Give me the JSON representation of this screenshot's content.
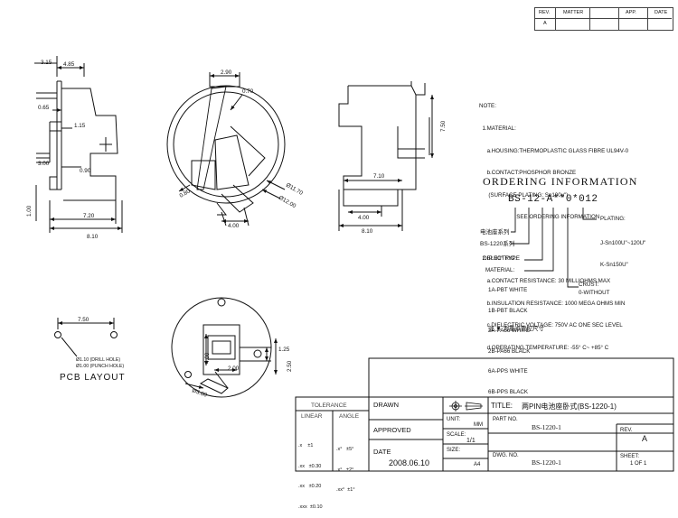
{
  "revision_table": {
    "headers": [
      "REV.",
      "MATTER",
      "APP.",
      "DATE"
    ],
    "row": [
      "A",
      "",
      "",
      ""
    ]
  },
  "dims": {
    "left_view": [
      "3.15",
      "4.85",
      "0.65",
      "1.15",
      "3.00",
      "0.90",
      "1.00",
      "7.20",
      "8.10"
    ],
    "center_view": [
      "2.90",
      "0.70",
      "0.80",
      "Ø11.70",
      "Ø12.00",
      "4.00"
    ],
    "right_view": [
      "7.50",
      "7.10",
      "4.00",
      "8.10"
    ],
    "bottom_view": [
      "1.25",
      "2.50",
      "4.00",
      "2.00",
      "Ø3.00"
    ]
  },
  "pcb": {
    "spacing": "7.50",
    "drill": "Ø1.10 (DRILL HOLE)",
    "punch": "Ø1.00 (PUNCH HOLE)",
    "title": "PCB LAYOUT"
  },
  "notes": {
    "lines": [
      "NOTE:",
      "  1.MATERIAL:",
      "     a.HOUSING:THERMOPLASTIC GLASS FIBRE UL94V-0",
      "     b.CONTACT:PHOSPHOR BRONZE",
      "      (SURFACE PLATING: Sn100u\")",
      "                        SEE ORDERING INFORMATION",
      "",
      "  2.ELECTRIC:",
      "     a.CONTACT RESISTANCE: 30 MILLIOHMS MAX",
      "     b.INSULATION RESISTANCE: 1000 MEGA OHMS MIN",
      "     c.DIELECTRIC VOLTAGE: 750V AC ONE SEC LEVEL",
      "     d.OPERATING TEMPERATURE: -55° C~ +85° C"
    ]
  },
  "ordering": {
    "title": "ORDERING INFORMATION",
    "code": "BS-12-A**0*012",
    "series_cn": "电池座系列",
    "series_model": "BS-1220系列",
    "dip": "DIP 90° TYPE",
    "plating_label": "PLATING:",
    "plating_opts": [
      "J-Sn100U\"~120U\"",
      "K-Sn150U\""
    ],
    "material_label": "MATERIAL:",
    "material_opts": [
      "1A-PBT WHITE",
      "1B-PBT BLACK",
      "2A-PA66 WHITE",
      "2B-PA66 BLACK",
      "6A-PPS WHITE",
      "6B-PPS BLACK"
    ],
    "crust_label": "CRUST:",
    "crust_opt": "0-WITHOUT",
    "note_cn": "注 ▼ 为重点管控尺寸"
  },
  "title_block": {
    "tolerance": "TOLERANCE",
    "linear": "LINEAR",
    "angle": "ANGLE",
    "lin_rows": [
      ".x    ±1",
      ".xx   ±0.30",
      ".xx   ±0.20",
      ".xxx  ±0.10"
    ],
    "ang_rows": [
      ".x°   ±5°",
      ".x°   ±2°",
      ".xx°  ±1°"
    ],
    "drawn": "DRAWN",
    "approved": "APPROVED",
    "date_label": "DATE",
    "date": "2008.06.10",
    "unit_label": "UNIT:",
    "unit": "MM",
    "scale_label": "SCALE:",
    "scale": "1/1",
    "size_label": "SIZE:",
    "size": "A4",
    "title_label": "TITLE:",
    "title": "两PIN电池座卧式(BS-1220-1)",
    "part_label": "PART NO.",
    "part": "BS-1220-1",
    "dwg_label": "DWG. NO.",
    "dwg": "BS-1220-1",
    "rev_label": "REV.",
    "rev": "A",
    "sheet_label": "SHEET:",
    "sheet": "1 OF 1"
  }
}
